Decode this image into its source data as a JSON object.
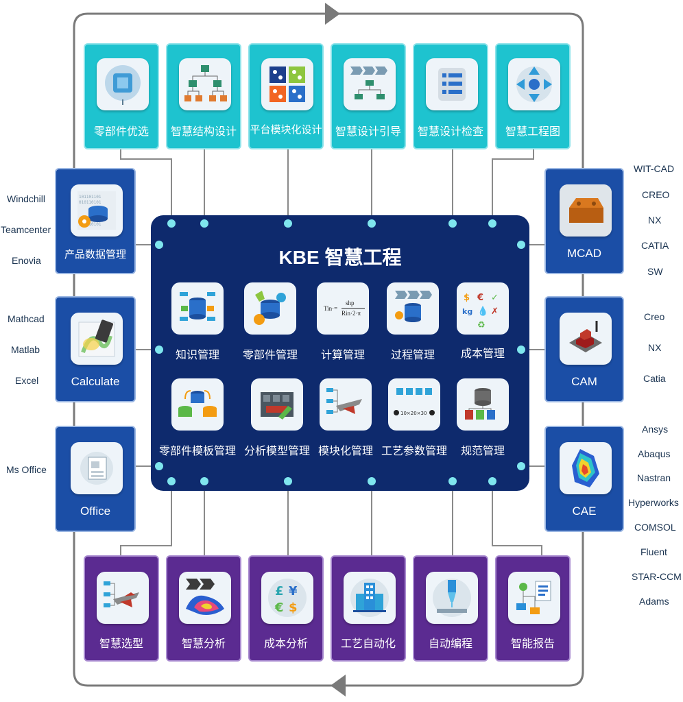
{
  "title": "KBE 智慧工程",
  "top_modules": [
    "零部件优选",
    "智慧结构设计",
    "平台模块化设计",
    "智慧设计引导",
    "智慧设计检查",
    "智慧工程图"
  ],
  "bottom_modules": [
    "智慧选型",
    "智慧分析",
    "成本分析",
    "工艺自动化",
    "自动编程",
    "智能报告"
  ],
  "left_modules": [
    "产品数据管理",
    "Calculate",
    "Office"
  ],
  "right_modules": [
    "MCAD",
    "CAM",
    "CAE"
  ],
  "center_row1": [
    "知识管理",
    "零部件管理",
    "计算管理",
    "过程管理",
    "成本管理"
  ],
  "center_row2": [
    "零部件模板管理",
    "分析模型管理",
    "模块化管理",
    "工艺参数管理",
    "规范管理"
  ],
  "formula_text": "Tin·= shp / Rin·2·π",
  "left_software": {
    "pdm": [
      "Windchill",
      "Teamcenter",
      "Enovia"
    ],
    "calculate": [
      "Mathcad",
      "Matlab",
      "Excel"
    ],
    "office": [
      "Ms Office"
    ]
  },
  "right_software": {
    "mcad": [
      "WIT-CAD",
      "CREO",
      "NX",
      "CATIA",
      "SW"
    ],
    "cam": [
      "Creo",
      "NX",
      "Catia"
    ],
    "cae": [
      "Ansys",
      "Abaqus",
      "Nastran",
      "Hyperworks",
      "COMSOL",
      "Fluent",
      "STAR-CCM",
      "Adams"
    ]
  },
  "colors": {
    "top": "#1ec3cf",
    "bottom": "#5b2b91",
    "side": "#1b4ea6",
    "center": "#0e2a6d",
    "dot": "#7fe6ee",
    "frame": "#7a7a7a"
  }
}
